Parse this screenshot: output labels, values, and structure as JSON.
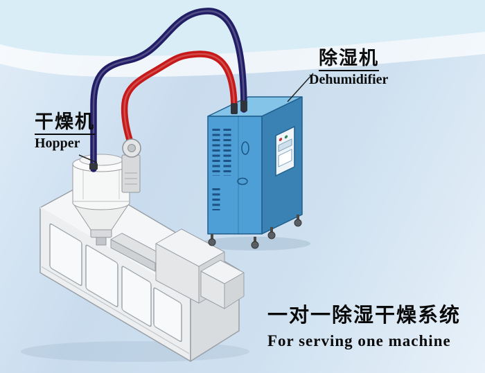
{
  "diagram": {
    "labels": {
      "hopper": {
        "cn": "干燥机",
        "en": "Hopper"
      },
      "dehumidifier": {
        "cn": "除湿机",
        "en": "Dehumidifier"
      }
    },
    "caption": {
      "cn": "一对一除湿干燥系统",
      "en": "For serving one machine"
    }
  },
  "colors": {
    "pipe_red": "#c61a1a",
    "pipe_navy": "#221e66",
    "cabinet_front": "#4d9fd6",
    "cabinet_side": "#3a82b4",
    "cabinet_top": "#85c4e9"
  }
}
